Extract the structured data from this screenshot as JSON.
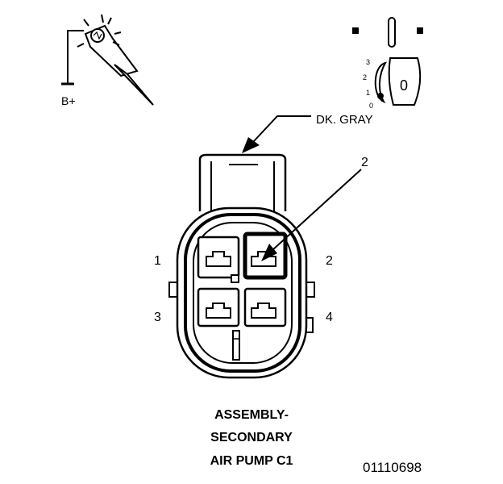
{
  "diagram": {
    "battery_label": "B+",
    "wire_color_label": "DK. GRAY",
    "ignition_positions": [
      "3",
      "2",
      "1",
      "0"
    ],
    "ignition_key_label": "0",
    "callout_number": "2",
    "pin_labels": {
      "pin1": "1",
      "pin2": "2",
      "pin3": "3",
      "pin4": "4"
    }
  },
  "caption": {
    "line1": "ASSEMBLY-",
    "line2": "SECONDARY",
    "line3": "AIR PUMP C1"
  },
  "figure_number": "01110698"
}
